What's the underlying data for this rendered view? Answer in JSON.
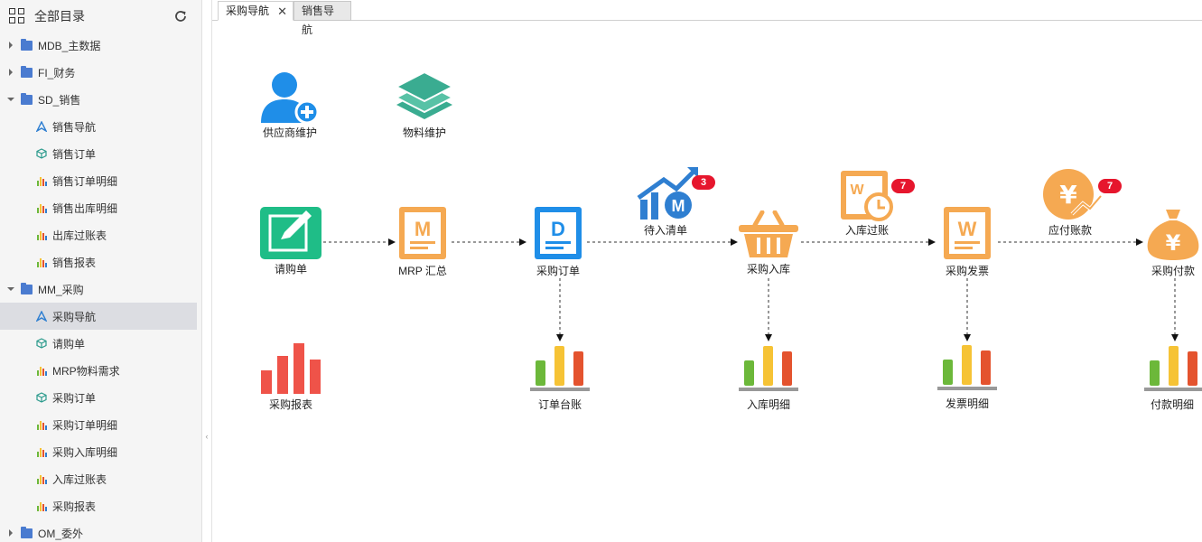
{
  "sidebar": {
    "title": "全部目录",
    "items": [
      {
        "label": "MDB_主数据",
        "type": "folder",
        "expanded": false
      },
      {
        "label": "FI_财务",
        "type": "folder",
        "expanded": false
      },
      {
        "label": "SD_销售",
        "type": "folder",
        "expanded": true
      },
      {
        "label": "销售导航",
        "type": "nav"
      },
      {
        "label": "销售订单",
        "type": "cube"
      },
      {
        "label": "销售订单明细",
        "type": "report"
      },
      {
        "label": "销售出库明细",
        "type": "report"
      },
      {
        "label": "出库过账表",
        "type": "report"
      },
      {
        "label": "销售报表",
        "type": "report"
      },
      {
        "label": "MM_采购",
        "type": "folder",
        "expanded": true
      },
      {
        "label": "采购导航",
        "type": "nav",
        "active": true
      },
      {
        "label": "请购单",
        "type": "cube"
      },
      {
        "label": "MRP物料需求",
        "type": "report"
      },
      {
        "label": "采购订单",
        "type": "cube"
      },
      {
        "label": "采购订单明细",
        "type": "report"
      },
      {
        "label": "采购入库明细",
        "type": "report"
      },
      {
        "label": "入库过账表",
        "type": "report"
      },
      {
        "label": "采购报表",
        "type": "report"
      },
      {
        "label": "OM_委外",
        "type": "folder",
        "expanded": false
      }
    ]
  },
  "tabs": [
    {
      "label": "采购导航",
      "active": true,
      "close": "✕"
    },
    {
      "label": "销售导航",
      "active": false
    }
  ],
  "flow": {
    "supplier": "供应商维护",
    "material": "物料维护",
    "request": "请购单",
    "mrp": "MRP 汇总",
    "po": "采购订单",
    "pending": "待入清单",
    "pending_badge": "3",
    "receipt": "采购入库",
    "posting": "入库过账",
    "posting_badge": "7",
    "invoice": "采购发票",
    "payable": "应付账款",
    "payable_badge": "7",
    "payment": "采购付款",
    "report": "采购报表",
    "po_ledger": "订单台账",
    "receipt_detail": "入库明细",
    "invoice_detail": "发票明细",
    "payment_detail": "付款明细"
  },
  "colors": {
    "accent_blue": "#1f8ee8",
    "teal": "#3aac91",
    "green": "#1fbd87",
    "orange": "#f5a952",
    "badge_red": "#e6162d",
    "bar_red": "#ef5349"
  },
  "icon_letters": {
    "mrp": "M",
    "po": "D",
    "posting": "W",
    "invoice": "W",
    "pending": "M",
    "yen": "¥"
  }
}
